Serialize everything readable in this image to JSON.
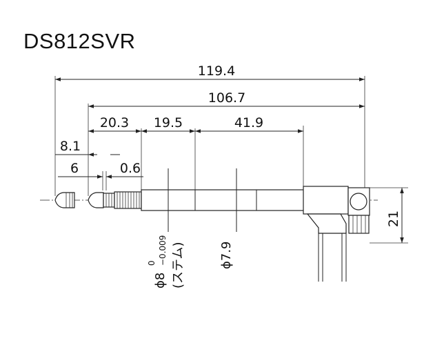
{
  "title": "DS812SVR",
  "dimensions": {
    "overall": "119.4",
    "body": "106.7",
    "d1": "20.3",
    "d2": "19.5",
    "d3": "41.9",
    "d4": "8.1",
    "d5": "6",
    "d6": "0.6",
    "height": "21"
  },
  "stem": {
    "dia_symbol": "ϕ8",
    "tol_upper": "0",
    "tol_lower": "−0.009",
    "label": "(ステム)"
  },
  "body_dia": "ϕ7.9"
}
